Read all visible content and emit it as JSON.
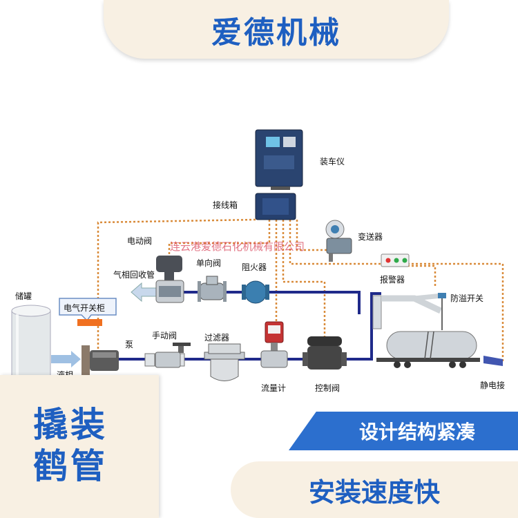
{
  "brand": "爱德机械",
  "watermark": "连云港爱德石化机械有限公司",
  "labels": {
    "loading_instrument": "装车仪",
    "junction_box": "接线箱",
    "transmitter": "变送器",
    "alarm": "报警器",
    "electric_valve": "电动阀",
    "check_valve": "单向阀",
    "flame_arrester": "阻火器",
    "vapor_return": "气相回收管",
    "electrical_cabinet": "电气开关柜",
    "overflow_switch": "防溢开关",
    "storage_tank": "储罐",
    "pump": "泵",
    "manual_valve": "手动阀",
    "filter": "过滤器",
    "flow_meter": "流量计",
    "control_valve": "控制阀",
    "static_ground": "静电接",
    "liquid_fragment": "液相"
  },
  "product": {
    "title": "撬装鹤管"
  },
  "features": {
    "design": "设计结构紧凑",
    "install": "安装速度快"
  },
  "colors": {
    "brand_blue": "#1e5fc1",
    "bar_blue": "#2c6fce",
    "cream": "#f8f0e3",
    "pipe": "#1f2a8a",
    "signal": "#d98b3a",
    "watermark": "#d9455a"
  }
}
